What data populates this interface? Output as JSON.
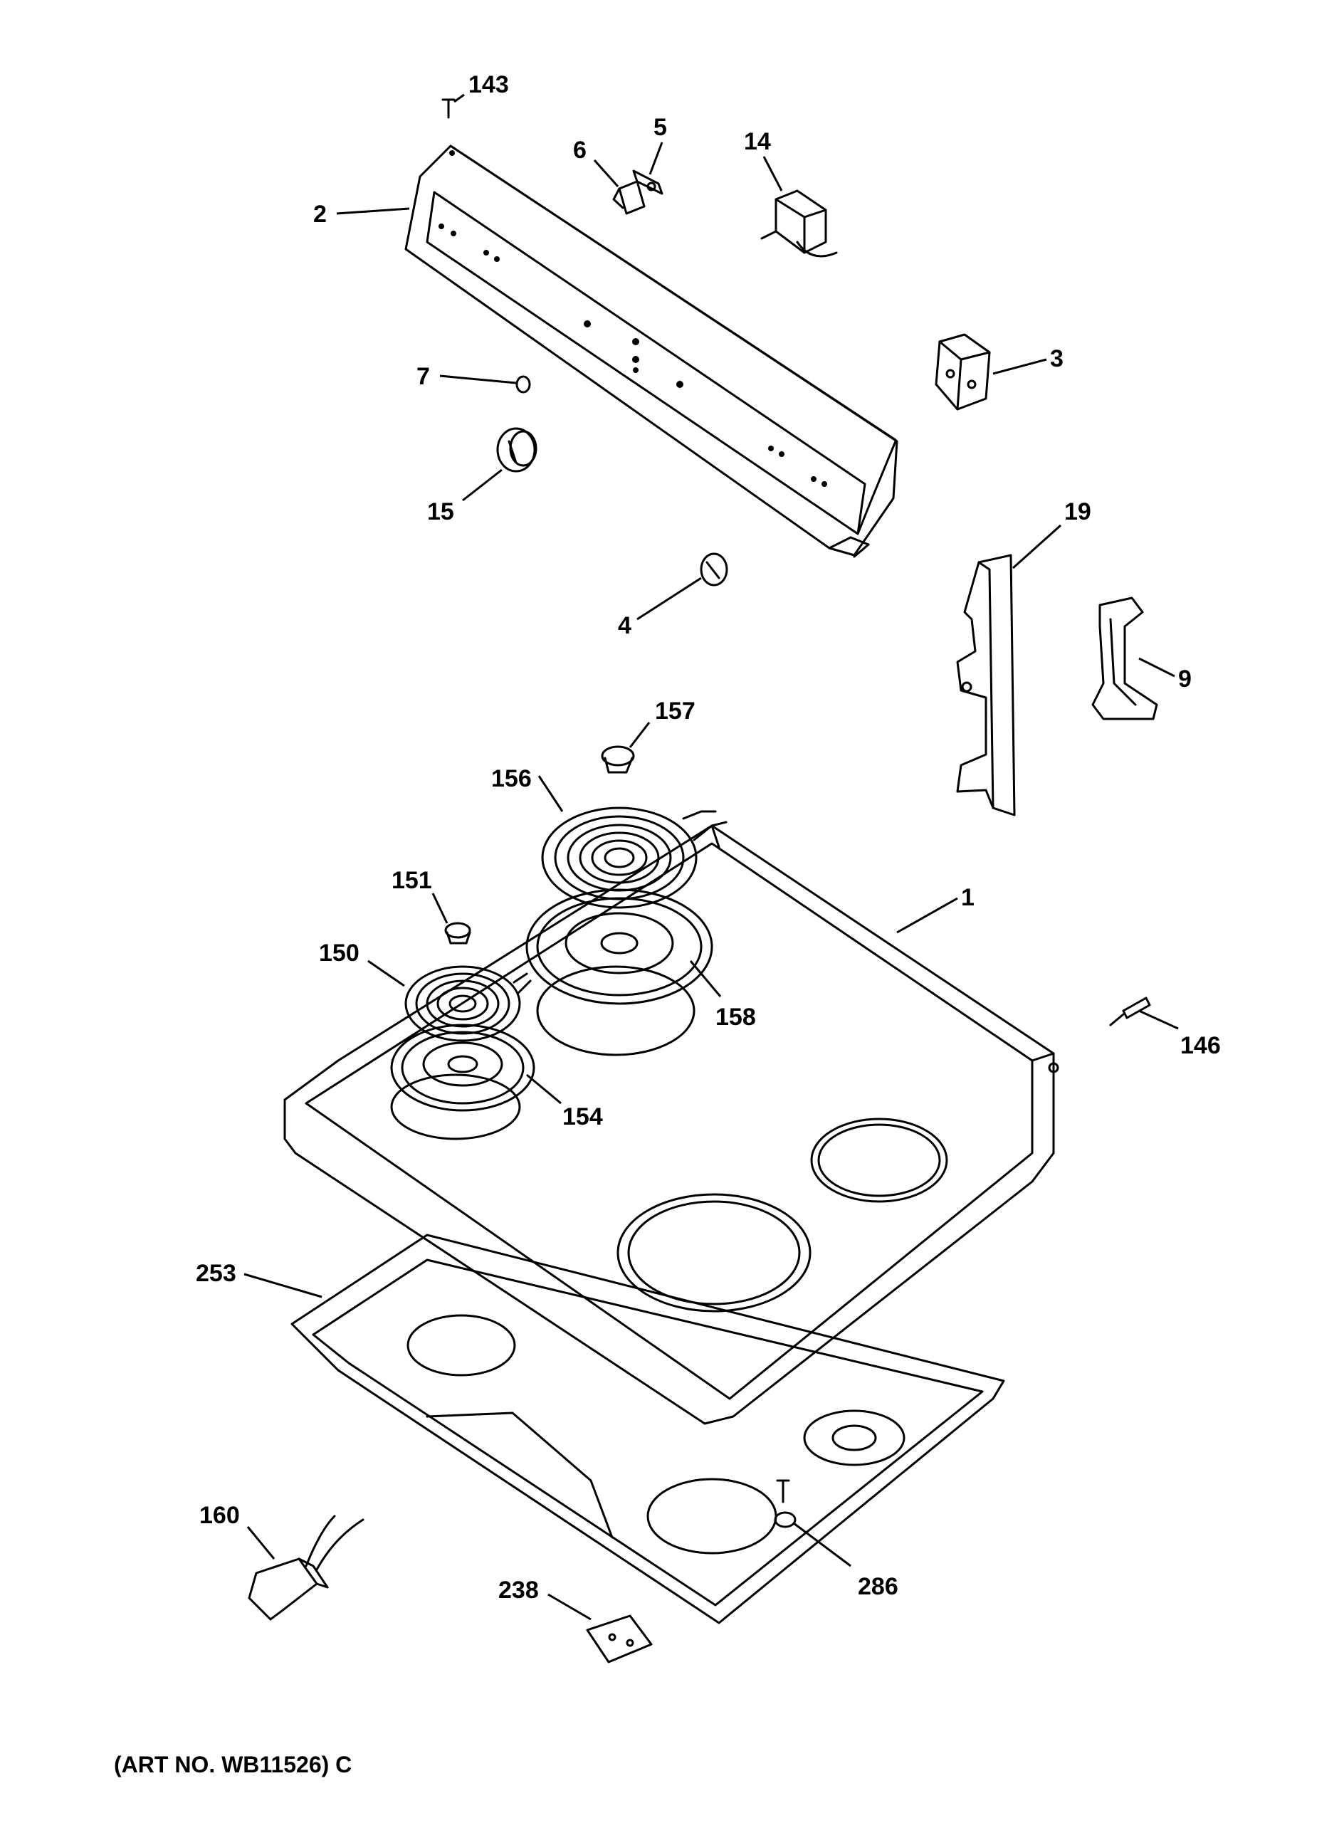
{
  "callouts": {
    "c143": "143",
    "c2": "2",
    "c6": "6",
    "c5": "5",
    "c14": "14",
    "c3": "3",
    "c7": "7",
    "c15": "15",
    "c4": "4",
    "c19": "19",
    "c9": "9",
    "c157": "157",
    "c156": "156",
    "c151": "151",
    "c150": "150",
    "c1": "1",
    "c158": "158",
    "c154": "154",
    "c146": "146",
    "c253": "253",
    "c160": "160",
    "c238": "238",
    "c286": "286"
  },
  "art_number": "(ART NO. WB11526) C"
}
